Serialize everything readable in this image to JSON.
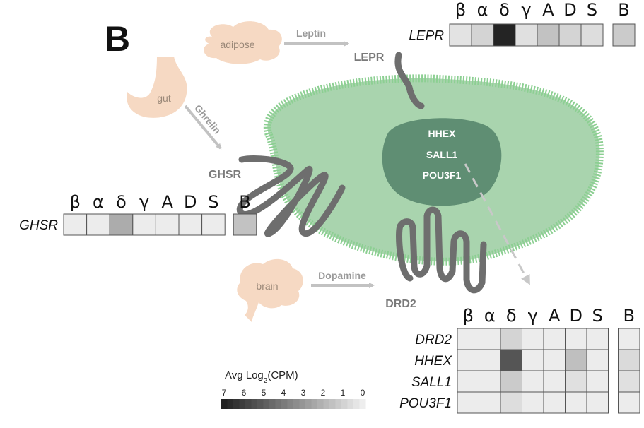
{
  "panel_label": "B",
  "columns": [
    "β",
    "α",
    "δ",
    "γ",
    "A",
    "D",
    "S"
  ],
  "extra_column": "B",
  "organs": {
    "adipose": "adipose",
    "gut": "gut",
    "brain": "brain"
  },
  "hormones": {
    "leptin": "Leptin",
    "ghrelin": "Ghrelin",
    "dopamine": "Dopamine"
  },
  "receptors": {
    "lepr": "LEPR",
    "ghsr": "GHSR",
    "drd2": "DRD2"
  },
  "nucleus_genes": [
    "HHEX",
    "SALL1",
    "POU3F1"
  ],
  "legend": {
    "title_main": "Avg Log",
    "title_sub": "2",
    "title_end": "(CPM)",
    "ticks": [
      "7",
      "6",
      "5",
      "4",
      "3",
      "2",
      "1",
      "0"
    ],
    "max": 7,
    "min": 0
  },
  "heatmaps": [
    {
      "id": "lepr",
      "rows": [
        {
          "gene": "LEPR",
          "values": [
            0.5,
            1.0,
            6.8,
            0.6,
            1.6,
            1.0,
            0.7
          ],
          "extra": 1.3
        }
      ]
    },
    {
      "id": "ghsr",
      "rows": [
        {
          "gene": "GHSR",
          "values": [
            0.2,
            0.2,
            2.3,
            0.2,
            0.2,
            0.2,
            0.2
          ],
          "extra": 1.6
        }
      ]
    },
    {
      "id": "lower",
      "rows": [
        {
          "gene": "DRD2",
          "values": [
            0.2,
            0.2,
            1.0,
            0.2,
            0.2,
            0.2,
            0.2
          ],
          "extra": 0.2
        },
        {
          "gene": "HHEX",
          "values": [
            0.2,
            0.2,
            5.2,
            0.2,
            0.2,
            1.7,
            0.2
          ],
          "extra": 0.8
        },
        {
          "gene": "SALL1",
          "values": [
            0.2,
            0.2,
            1.3,
            0.2,
            0.2,
            0.6,
            0.2
          ],
          "extra": 0.6
        },
        {
          "gene": "POU3F1",
          "values": [
            0.2,
            0.2,
            0.7,
            0.2,
            0.2,
            0.2,
            0.2
          ],
          "extra": 0.2
        }
      ]
    }
  ],
  "colors": {
    "cell_fill": "#a9d4ae",
    "membrane": "#8ccf92",
    "nucleus": "#5f8e73",
    "organ": "#f6d9c3",
    "organ_text": "#9a8878",
    "arrow": "#c2c2c2",
    "receptor": "#6e6e6e",
    "label_gray": "#7a7a7a",
    "grid": "#555555"
  }
}
